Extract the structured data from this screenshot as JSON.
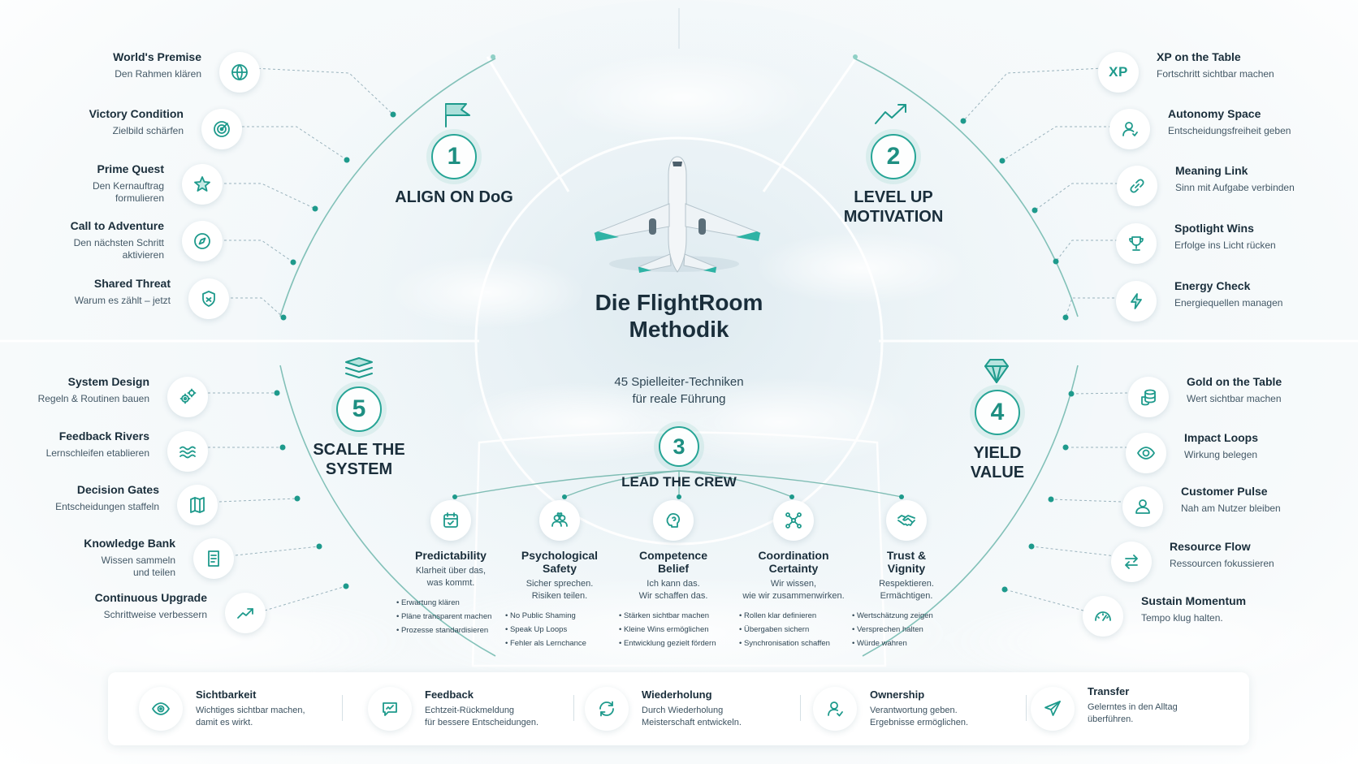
{
  "center": {
    "title": "Die FlightRoom\nMethodik",
    "subtitle": "45 Spielleiter-Techniken\nfür reale Führung"
  },
  "sections": {
    "s1": {
      "number": "1",
      "label": "ALIGN ON DoG",
      "icon": "flag-icon"
    },
    "s2": {
      "number": "2",
      "label": "LEVEL UP\nMOTIVATION",
      "icon": "trend-up-icon"
    },
    "s3": {
      "number": "3",
      "label": "LEAD THE CREW"
    },
    "s4": {
      "number": "4",
      "label": "YIELD\nVALUE",
      "icon": "diamond-icon"
    },
    "s5": {
      "number": "5",
      "label": "SCALE THE\nSYSTEM",
      "icon": "layers-icon"
    }
  },
  "align_items": [
    {
      "title": "World's Premise",
      "sub": "Den Rahmen klären",
      "icon": "globe-icon"
    },
    {
      "title": "Victory Condition",
      "sub": "Zielbild schärfen",
      "icon": "target-icon"
    },
    {
      "title": "Prime Quest",
      "sub": "Den Kernauftrag\nformulieren",
      "icon": "star-icon"
    },
    {
      "title": "Call to Adventure",
      "sub": "Den nächsten Schritt\naktivieren",
      "icon": "compass-icon"
    },
    {
      "title": "Shared Threat",
      "sub": "Warum es zählt – jetzt",
      "icon": "shield-icon"
    }
  ],
  "level_items": [
    {
      "title": "XP on the Table",
      "sub": "Fortschritt sichtbar machen",
      "icon": "xp-icon",
      "glyph": "XP"
    },
    {
      "title": "Autonomy Space",
      "sub": "Entscheidungsfreiheit geben",
      "icon": "person-icon"
    },
    {
      "title": "Meaning Link",
      "sub": "Sinn mit Aufgabe verbinden",
      "icon": "link-icon"
    },
    {
      "title": "Spotlight Wins",
      "sub": "Erfolge ins Licht rücken",
      "icon": "trophy-icon"
    },
    {
      "title": "Energy Check",
      "sub": "Energiequellen managen",
      "icon": "lightning-icon"
    }
  ],
  "scale_items": [
    {
      "title": "System Design",
      "sub": "Regeln & Routinen bauen",
      "icon": "gears-icon"
    },
    {
      "title": "Feedback Rivers",
      "sub": "Lernschleifen etablieren",
      "icon": "waves-icon"
    },
    {
      "title": "Decision Gates",
      "sub": "Entscheidungen staffeln",
      "icon": "map-icon"
    },
    {
      "title": "Knowledge Bank",
      "sub": "Wissen sammeln\nund teilen",
      "icon": "book-icon"
    },
    {
      "title": "Continuous Upgrade",
      "sub": "Schrittweise verbessern",
      "icon": "chart-up-icon"
    }
  ],
  "yield_items": [
    {
      "title": "Gold on the Table",
      "sub": "Wert sichtbar machen",
      "icon": "coins-icon"
    },
    {
      "title": "Impact Loops",
      "sub": "Wirkung belegen",
      "icon": "eye-loop-icon"
    },
    {
      "title": "Customer Pulse",
      "sub": "Nah am Nutzer bleiben",
      "icon": "customer-icon"
    },
    {
      "title": "Resource Flow",
      "sub": "Ressourcen fokussieren",
      "icon": "arrows-icon"
    },
    {
      "title": "Sustain Momentum",
      "sub": "Tempo klug halten.",
      "icon": "gauge-icon"
    }
  ],
  "crew_items": [
    {
      "title": "Predictability",
      "desc": "Klarheit über das,\nwas kommt.",
      "icon": "calendar-icon",
      "bullets": [
        "Erwartung klären",
        "Pläne transparent machen",
        "Prozesse standardisieren"
      ]
    },
    {
      "title": "Psychological\nSafety",
      "desc": "Sicher sprechen.\nRisiken teilen.",
      "icon": "people-icon",
      "bullets": [
        "No Public Shaming",
        "Speak Up Loops",
        "Fehler als Lernchance"
      ]
    },
    {
      "title": "Competence\nBelief",
      "desc": "Ich kann das.\nWir schaffen das.",
      "icon": "brain-icon",
      "bullets": [
        "Stärken sichtbar machen",
        "Kleine Wins ermöglichen",
        "Entwicklung gezielt fördern"
      ]
    },
    {
      "title": "Coordination\nCertainty",
      "desc": "Wir wissen,\nwie wir zusammenwirken.",
      "icon": "network-icon",
      "bullets": [
        "Rollen klar definieren",
        "Übergaben sichern",
        "Synchronisation schaffen"
      ]
    },
    {
      "title": "Trust &\nVignity",
      "desc": "Respektieren.\nErmächtigen.",
      "icon": "handshake-icon",
      "bullets": [
        "Wertschätzung zeigen",
        "Versprechen halten",
        "Würde wahren"
      ]
    }
  ],
  "bottom_bar": [
    {
      "title": "Sichtbarkeit",
      "desc": "Wichtiges sichtbar machen,\ndamit es wirkt.",
      "icon": "eye-icon"
    },
    {
      "title": "Feedback",
      "desc": "Echtzeit-Rückmeldung\nfür bessere Entscheidungen.",
      "icon": "chat-icon"
    },
    {
      "title": "Wiederholung",
      "desc": "Durch Wiederholung\nMeisterschaft entwickeln.",
      "icon": "refresh-icon"
    },
    {
      "title": "Ownership",
      "desc": "Verantwortung geben.\nErgebnisse ermöglichen.",
      "icon": "owner-icon"
    },
    {
      "title": "Transfer",
      "desc": "Gelerntes in den Alltag\nüberführen.",
      "icon": "send-icon"
    }
  ],
  "colors": {
    "accent": "#1e9a8c",
    "text": "#1a2e3b",
    "muted": "#435866"
  }
}
